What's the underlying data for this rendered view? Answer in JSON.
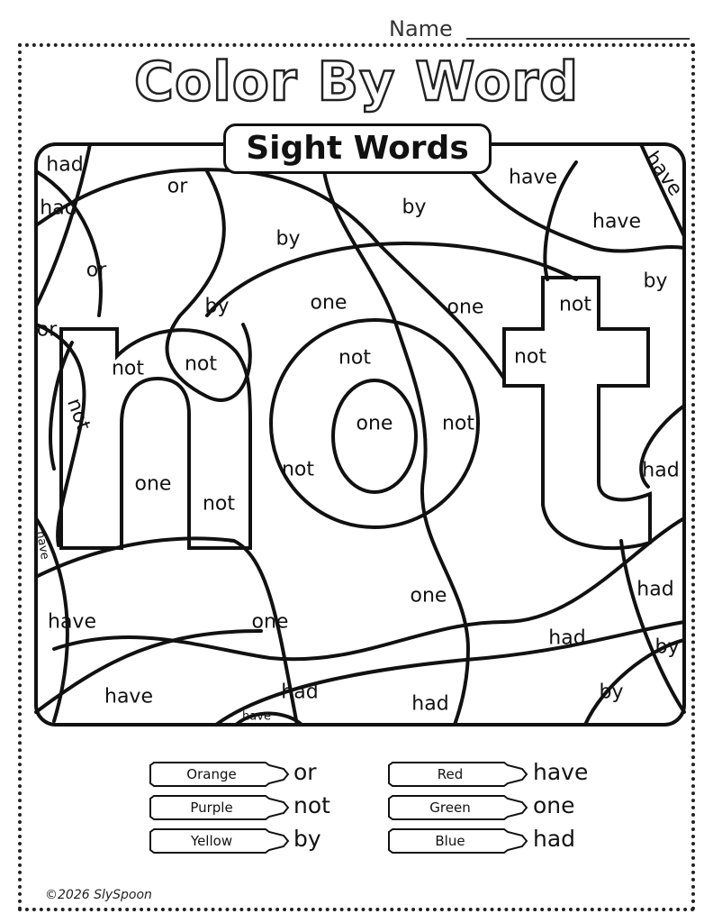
{
  "header": {
    "name_label": "Name",
    "title": "Color By Word",
    "subtitle": "Sight Words"
  },
  "picture_words": [
    "had",
    "or",
    "have",
    "have",
    "had",
    "by",
    "have",
    "by",
    "or",
    "by",
    "by",
    "one",
    "one",
    "not",
    "or",
    "not",
    "not",
    "not",
    "not",
    "not",
    "one",
    "not",
    "one",
    "not",
    "had",
    "not",
    "have",
    "one",
    "had",
    "have",
    "one",
    "had",
    "by",
    "have",
    "had",
    "have",
    "had",
    "by"
  ],
  "key": [
    {
      "color": "Orange",
      "word": "or",
      "hex": "#f28c28"
    },
    {
      "color": "Purple",
      "word": "not",
      "hex": "#7b3fa0"
    },
    {
      "color": "Yellow",
      "word": "by",
      "hex": "#f5d40f"
    },
    {
      "color": "Red",
      "word": "have",
      "hex": "#d62828"
    },
    {
      "color": "Green",
      "word": "one",
      "hex": "#2e9e44"
    },
    {
      "color": "Blue",
      "word": "had",
      "hex": "#2b5fc7"
    }
  ],
  "footer": {
    "copyright": "©2026  SlySpoon"
  }
}
